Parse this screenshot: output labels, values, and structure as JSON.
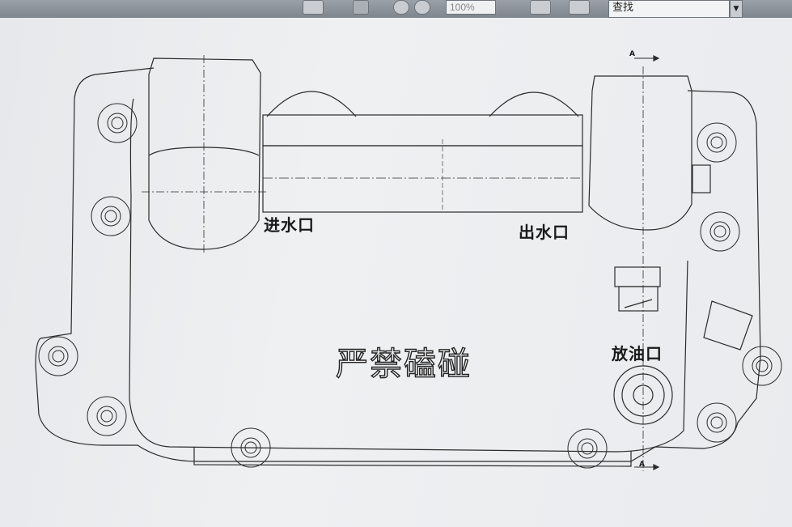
{
  "toolbar": {
    "zoom_value": "100%",
    "search_label": "查找",
    "dropdown_glyph": "▼"
  },
  "labels": {
    "inlet": "进水口",
    "outlet": "出水口",
    "drain": "放油口",
    "warning": "严禁磕碰",
    "section_top": "A",
    "section_bottom": "A"
  },
  "colors": {
    "line": "#2b2b2b",
    "background": "#eaecef",
    "toolbar": "#8a9198"
  }
}
